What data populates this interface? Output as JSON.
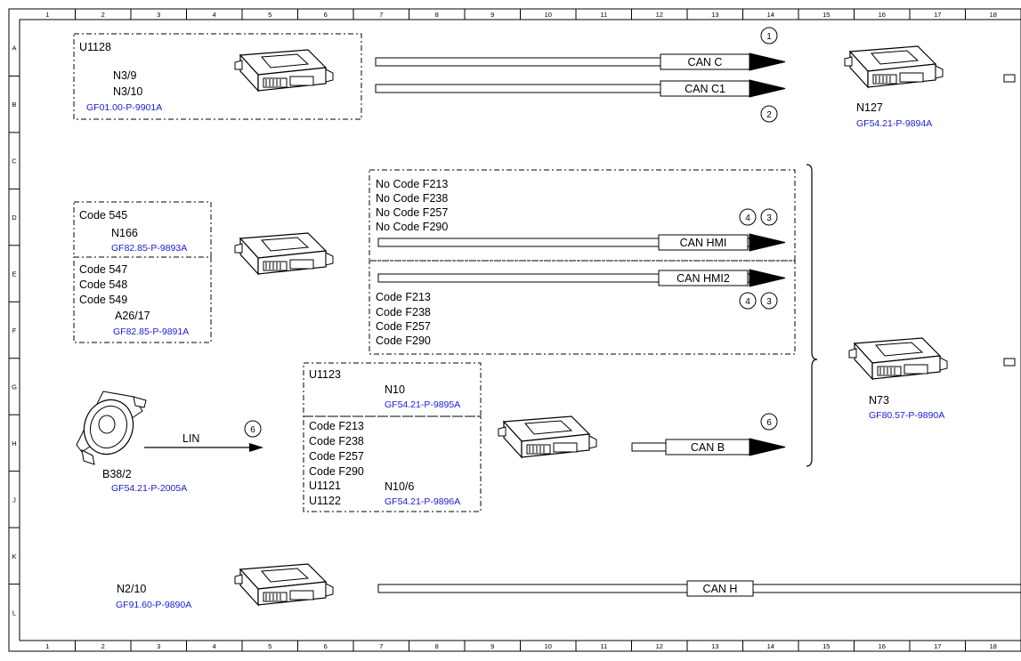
{
  "grid": {
    "columns": [
      "1",
      "2",
      "3",
      "4",
      "5",
      "6",
      "7",
      "8",
      "9",
      "10",
      "11",
      "12",
      "13",
      "14",
      "15",
      "16",
      "17",
      "18"
    ],
    "rows": [
      "A",
      "B",
      "C",
      "D",
      "E",
      "F",
      "G",
      "H",
      "J",
      "K",
      "L"
    ]
  },
  "groups": {
    "u1128": {
      "title": "U1128",
      "items": [
        "N3/9",
        "N3/10"
      ],
      "ref": "GF01.00-P-9901A"
    },
    "code545": {
      "title": "Code 545",
      "item": "N166",
      "ref": "GF82.85-P-9893A"
    },
    "code547": {
      "codes": [
        "Code 547",
        "Code 548",
        "Code 549"
      ],
      "item": "A26/17",
      "ref": "GF82.85-P-9891A"
    },
    "hmi_top": {
      "codes": [
        "No Code F213",
        "No Code F238",
        "No Code F257",
        "No Code F290"
      ]
    },
    "hmi_bottom": {
      "codes": [
        "Code F213",
        "Code F238",
        "Code F257",
        "Code F290"
      ]
    },
    "u1123": {
      "title": "U1123",
      "item": "N10",
      "ref": "GF54.21-P-9895A"
    },
    "u1121": {
      "codes": [
        "Code F213",
        "Code F238",
        "Code F257",
        "Code F290",
        "U1121",
        "U1122"
      ],
      "item": "N10/6",
      "ref": "GF54.21-P-9896A"
    }
  },
  "components": {
    "b38_2": {
      "name": "B38/2",
      "ref": "GF54.21-P-2005A"
    },
    "n2_10": {
      "name": "N2/10",
      "ref": "GF91.60-P-9890A"
    },
    "n127": {
      "name": "N127",
      "ref": "GF54.21-P-9894A"
    },
    "n73": {
      "name": "N73",
      "ref": "GF80.57-P-9890A"
    }
  },
  "buses": {
    "can_c": "CAN C",
    "can_c1": "CAN C1",
    "can_hmi": "CAN HMI",
    "can_hmi2": "CAN HMI2",
    "can_b": "CAN B",
    "can_h": "CAN H",
    "lin": "LIN"
  },
  "markers": {
    "m1": "1",
    "m2": "2",
    "m3a": "3",
    "m4a": "4",
    "m3b": "3",
    "m4b": "4",
    "m6a": "6",
    "m6b": "6"
  }
}
